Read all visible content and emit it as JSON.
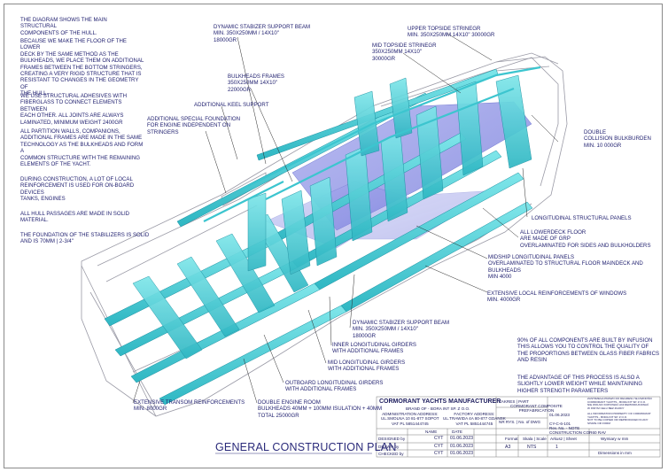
{
  "notes": {
    "n1": "THE DIAGRAM SHOWS THE MAIN STRUCTURAL\nCOMPONENTS OF THE HULL.",
    "n2": "BECAUSE WE MAKE THE FLOOR OF THE LOWER\nDECK BY THE SAME METHOD AS THE\nBULKHEADS, WE PLACE THEM ON ADDITIONAL\nFRAMES BETWEEN THE BOTTOM STRINGERS,\nCREATING A VERY RIGID STRUCTURE THAT IS\nRESISTANT TO CHANGES IN THE GEOMETRY OF\nTHE HULL.",
    "n3": "WE USE STRUCTURAL ADHESIVES WITH\nFIBERGLASS TO CONNECT ELEMENTS BETWEEN\nEACH OTHER. ALL JOINTS ARE ALWAYS\nLAMINATED, MINIMUM WEIGHT 2400GR",
    "n4": "ALL PARTITION WALLS, COMPANIONS,\nADDITIONAL FRAMES ARE MADE IN THE SAME\nTECHNOLOGY AS THE BULKHEADS AND FORM A\nCOMMON STRUCTURE WITH THE REMAINING\nELEMENTS OF THE YACHT.",
    "n5": "DURING CONSTRUCTION, A LOT OF LOCAL\nREINFORCEMENT IS USED FOR ON-BOARD\nDEVICES\nTANKS, ENGINES",
    "n6": "ALL HULL PASSAGES ARE MADE IN SOLID\nMATERIAL.",
    "n7": "THE FOUNDATION OF THE STABILIZERS IS SOLID\nAND IS 70mm | 2-3/4\""
  },
  "labels": {
    "dyn_top": "DYNAMIC STABIZER SUPPORT BEAM\nMIN. 350x250mm / 14x10\"\n18000GR",
    "upper_stringer": "UPPER TOPSIDE STRINEGR\nMIN. 350x250mm 14x10\" 30000GR",
    "mid_stringer": "MID TOPSIDE STRINEGR\n350x250mm 14x10\"\n30000GR",
    "bulkheads": "BULKHEADS FRAMES\n350x250mm 14x10\"\n22000GR",
    "keel": "ADDITIONAL KEEL SUPPORT",
    "engine_foundation": "ADDITIONAL SPECIAL FOUNDATION\nFOR ENGINE INDEPENDENT ON\nSTRINGERS",
    "collision": "DOUBLE\nCOLLISION BULKBURDEN\nMIN. 10 000GR",
    "longitudinal": "LONGITUDINAL STRUCTURAL PANELS",
    "lowerdeck": "ALL LOWERDECK FLOOR\nARE MADE OF GRP\nOVERLAMINATED FOR SIDES AND BULKHOLDERS",
    "midship": "MIDSHIP LONGITUDINAL PANELS\nOVERLAMINATED TO STRUCTURAL FLOOR MAINDECK AND\nBULKHEADS\nMIN 4000",
    "windows": "EXTENSIVE LOCAL REINFORCEMENTS OF WINDOWS\nMIN. 4000GR",
    "dyn_bottom": "DYNAMIC STABIZER SUPPORT BEAM\nMIN. 350x250mm / 14x10\"\n18000GR",
    "inner_girders": "INNER LONGITUDINAL GIRDERS\nWITH ADDITIONAL FRAMES",
    "mid_girders": "MID LONGITUDINAL GIRDERS\nWITH ADDITIONAL FRAMES",
    "outboard_girders": "OUTBOARD LONGITUDINAL GIRDERS\nWITH ADDITIONAL FRAMES",
    "engine_room": "DOUBLE ENGINE ROOM\nBULKHEADS 40mm + 100mm ISULATION + 40mm\nTOTAL 25000GR",
    "transom": "EXTENSIVE TRANSOM REINFORCEMENTS\nMIN. 8000GR",
    "infusion": "90% OF ALL COMPONENTS ARE BUILT BY INFUSION\nTHIS ALLOWS YOU TO CONTROL THE QUALITY OF\nTHE PROPORTIONS BETWEEN GLASS FIBER FABRICS\nAND RESIN",
    "advantage": "THE ADVANTAGE OF THIS PROCESS IS ALSO A\nSLIGHTLY LOWER WEIGHT WHILE MAINTAINING\nHIGHER STRENGTH PARAMETERS"
  },
  "title": "GENERAL CONSTRUCTION PLAN",
  "title_block": {
    "company": "CORMORANT YACHTS MANUFACTURER",
    "brand": "BRAND OF - BORA INT SP. Z O.O.",
    "admin_address": "ADMINISTRATION ADDRESS:\nUL.SMOLNA 10 81-877 SOPOT\nVAT PL 5851444745",
    "factory_address": "FACTORY ADDRESS:\nUL.TRAWIDA 4A 80-877 GDANSK\nVAT PL 5851444745",
    "zakres": "ZAKRES | PART",
    "part_desc": "CORMORANT COMPOSITE\nPREFABRICATION",
    "nr_rys": "NR RYS. | No. of DWG",
    "dwg_no": "CY-C-6-101",
    "rev": "Rev. No. - NOTE",
    "construction": "CONSTRUCTION COR60 RAV",
    "date_top": "01.06.2023",
    "copyright": "ZASTRZEGA PRAWO DO REGRESU SŁUSZNOŚCI\nCORMORANT YACHTS - BORA INT SP. Z O.O.\nNIE WOLNO KOPIOWAĆ ANI REPRODUKOWAĆ\nW INNYM CELU BEZ ZGODY",
    "copyright_en": "ALL INFORMATION PROPERTY OF CORMORANT\nYACHTS - BORA INT SP. Z O.O.\nNOT TO BE COPIED OR REPRODUCED IN ANY\nSHAPE OR FORM",
    "designed_label": "DESIGNED by",
    "drawn_label": "DRAWN by",
    "checked_label": "CHECKED by",
    "author": "CYT",
    "date": "01.06.2023",
    "name_hdr": "NAME",
    "date_hdr": "DATE",
    "format_label": "Format",
    "format": "A3",
    "scale_label": "Skala | Scale",
    "scale": "NTS",
    "sheet_label": "Arkusz | Sheet",
    "sheet": "1",
    "weight_label": "Wymiary w mm",
    "dims_label": "Dimensions in mm"
  },
  "colors": {
    "structure": "#4fd6dc",
    "structure_dark": "#1f9fb0",
    "floor": "#8a8fe6",
    "hull_line": "#9a9aa6",
    "text": "#1e1e6e"
  }
}
